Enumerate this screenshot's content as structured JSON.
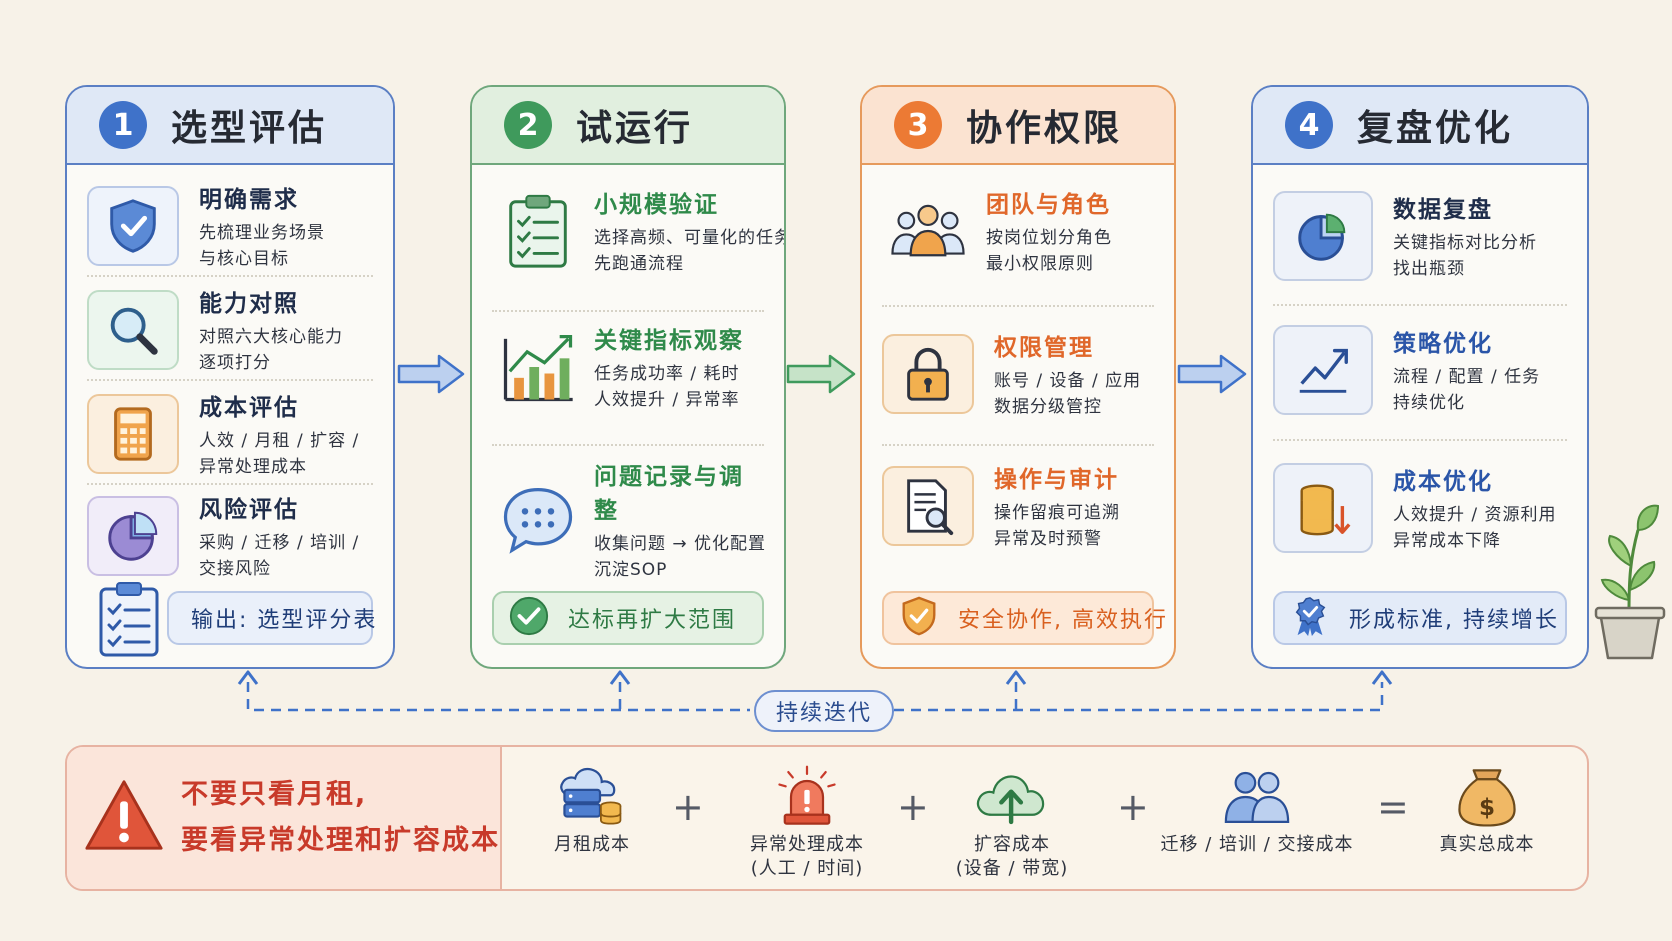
{
  "phases": [
    {
      "number": "1",
      "title": "选型评估",
      "items": [
        {
          "icon": "shield-check-icon",
          "title": "明确需求",
          "lines": [
            "先梳理业务场景",
            "与核心目标"
          ]
        },
        {
          "icon": "magnifier-icon",
          "title": "能力对照",
          "lines": [
            "对照六大核心能力",
            "逐项打分"
          ]
        },
        {
          "icon": "calculator-icon",
          "title": "成本评估",
          "lines": [
            "人效 / 月租 / 扩容 /",
            "异常处理成本"
          ]
        },
        {
          "icon": "pie-chart-icon",
          "title": "风险评估",
          "lines": [
            "采购 / 迁移 / 培训 /",
            "交接风险"
          ]
        }
      ],
      "result": {
        "icon": "clipboard-checklist-icon",
        "text": "输出: 选型评分表"
      }
    },
    {
      "number": "2",
      "title": "试运行",
      "items": [
        {
          "icon": "clipboard-checklist-icon",
          "title": "小规模验证",
          "lines": [
            "选择高频、可量化的任务",
            "先跑通流程"
          ]
        },
        {
          "icon": "bar-chart-trend-icon",
          "title": "关键指标观察",
          "lines": [
            "任务成功率 / 耗时",
            "人效提升 / 异常率"
          ]
        },
        {
          "icon": "chat-bubble-icon",
          "title": "问题记录与调整",
          "lines": [
            "收集问题 → 优化配置",
            "沉淀SOP"
          ]
        }
      ],
      "result": {
        "icon": "check-circle-icon",
        "text": "达标再扩大范围"
      }
    },
    {
      "number": "3",
      "title": "协作权限",
      "items": [
        {
          "icon": "team-icon",
          "title": "团队与角色",
          "lines": [
            "按岗位划分角色",
            "最小权限原则"
          ]
        },
        {
          "icon": "lock-icon",
          "title": "权限管理",
          "lines": [
            "账号 / 设备 / 应用",
            "数据分级管控"
          ]
        },
        {
          "icon": "document-search-icon",
          "title": "操作与审计",
          "lines": [
            "操作留痕可追溯",
            "异常及时预警"
          ]
        }
      ],
      "result": {
        "icon": "shield-check-icon",
        "text": "安全协作, 高效执行"
      }
    },
    {
      "number": "4",
      "title": "复盘优化",
      "items": [
        {
          "icon": "pie-chart-icon",
          "title": "数据复盘",
          "lines": [
            "关键指标对比分析",
            "找出瓶颈"
          ]
        },
        {
          "icon": "trend-up-icon",
          "title": "策略优化",
          "lines": [
            "流程 / 配置 / 任务",
            "持续优化"
          ]
        },
        {
          "icon": "coins-down-icon",
          "title": "成本优化",
          "lines": [
            "人效提升 / 资源利用",
            "异常成本下降"
          ]
        }
      ],
      "result": {
        "icon": "award-badge-icon",
        "text": "形成标准, 持续增长"
      }
    }
  ],
  "loop_label": "持续迭代",
  "warning": {
    "icon": "warning-triangle-icon",
    "lines": [
      "不要只看月租,",
      "要看异常处理和扩容成本"
    ]
  },
  "cost_formula": {
    "terms": [
      {
        "icon": "cloud-server-icon",
        "lines": [
          "月租成本"
        ]
      },
      {
        "icon": "alarm-siren-icon",
        "lines": [
          "异常处理成本",
          "(人工 / 时间)"
        ]
      },
      {
        "icon": "cloud-upload-icon",
        "lines": [
          "扩容成本",
          "(设备 / 带宽)"
        ]
      },
      {
        "icon": "people-icon",
        "lines": [
          "迁移 / 培训 / 交接成本"
        ]
      },
      {
        "icon": "money-bag-icon",
        "lines": [
          "真实总成本"
        ]
      }
    ],
    "operators": [
      "+",
      "+",
      "+",
      "="
    ]
  },
  "colors": {
    "blue": "#3f72c9",
    "green": "#3f9a5c",
    "orange": "#ec7a34",
    "red": "#c83a2a",
    "background": "#f7f2e8"
  }
}
